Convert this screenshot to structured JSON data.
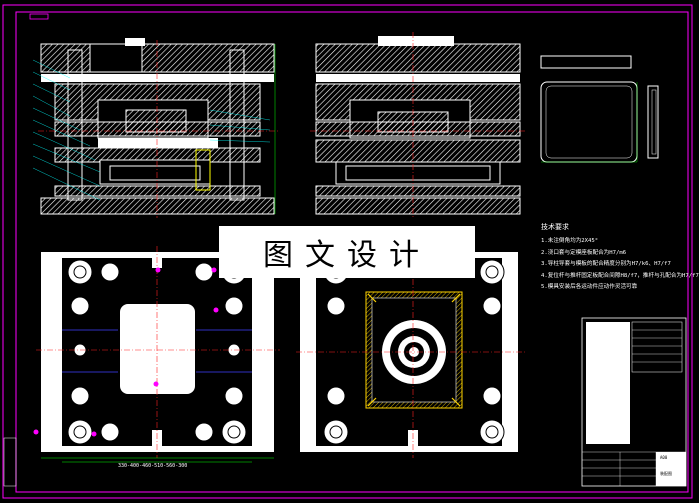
{
  "watermark": "图文设计",
  "notes": {
    "title": "技术要求",
    "items": [
      "1.未注倒角均为2X45°",
      "2.浇口套与定模座板配合为H7/m6",
      "3.导柱导套与模板的配合精度分别为H7/k6、H7/f7",
      "4.复位杆与推杆固定板配合间隙H8/f7，推杆与孔配合为H7/f7",
      "5.模具安装后各运动件应动作灵活可靠"
    ]
  },
  "dimension_text": "330-400-460-510-560-300",
  "title_block": {
    "label1": "A00",
    "label2": "装配图"
  },
  "colors": {
    "background": "#000000",
    "line": "#ffffff",
    "frame": "#ff00ff",
    "center": "#ff2020",
    "dim": "#00ff00",
    "accent": "#ffff00",
    "cyan": "#00ffff",
    "blue": "#4040ff"
  }
}
